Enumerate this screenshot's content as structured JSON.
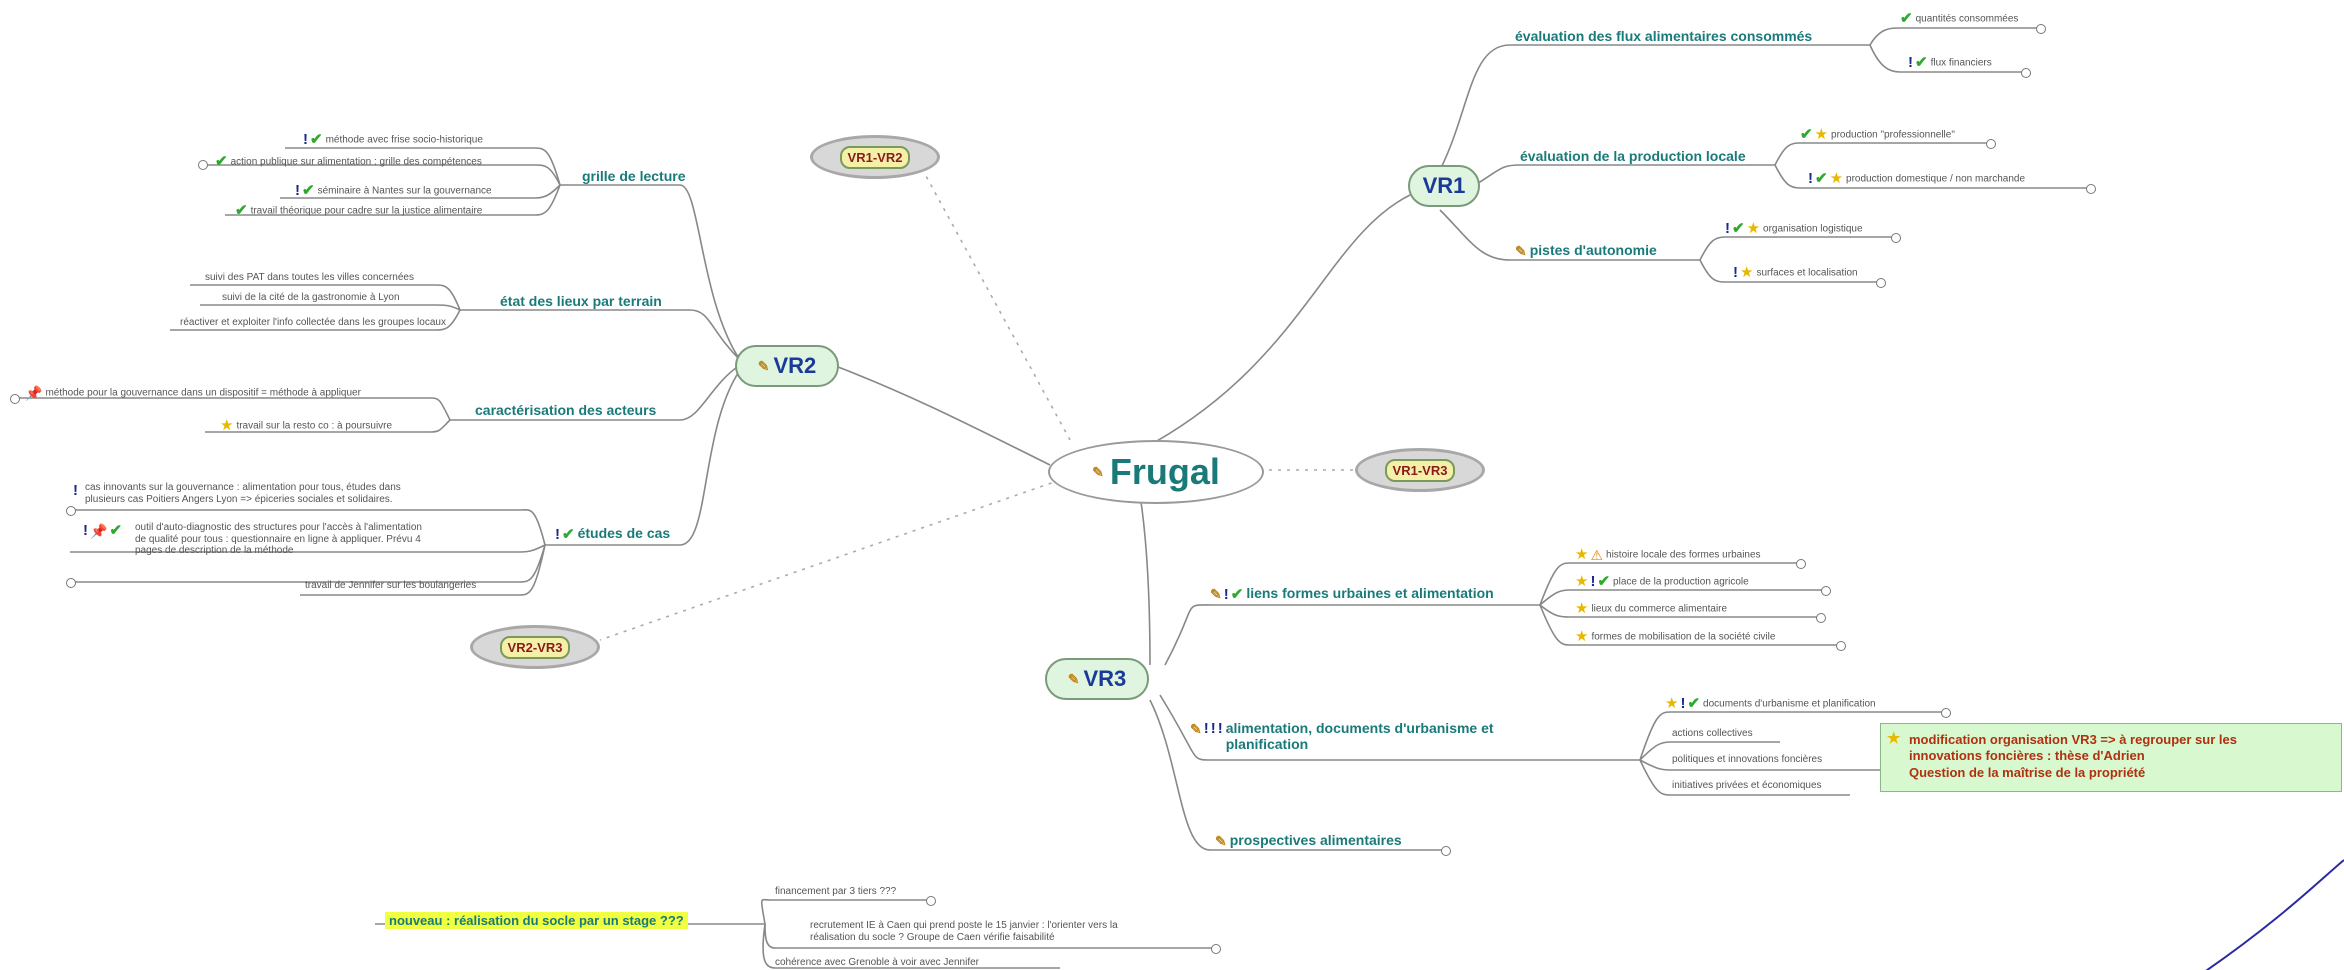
{
  "center": {
    "label": "Frugal"
  },
  "vr_nodes": {
    "vr1": "VR1",
    "vr2": "VR2",
    "vr3": "VR3"
  },
  "cross_nodes": {
    "vr1_vr2": "VR1-VR2",
    "vr1_vr3": "VR1-VR3",
    "vr2_vr3": "VR2-VR3"
  },
  "vr1": {
    "branch1": {
      "label": "évaluation des flux alimentaires consommés",
      "children": [
        "quantités consommées",
        "flux financiers"
      ]
    },
    "branch2": {
      "label": "évaluation de la production locale",
      "children": [
        "production \"professionnelle\"",
        "production domestique / non marchande"
      ]
    },
    "branch3": {
      "label": "pistes d'autonomie",
      "children": [
        "organisation logistique",
        "surfaces et localisation"
      ]
    }
  },
  "vr2": {
    "branch1": {
      "label": "grille de lecture",
      "children": [
        "méthode avec frise socio-historique",
        "action publique sur alimentation : grille des compétences",
        "séminaire à Nantes sur la gouvernance",
        "travail théorique pour cadre sur la justice alimentaire"
      ]
    },
    "branch2": {
      "label": "état des lieux par terrain",
      "children": [
        "suivi des PAT dans toutes les villes concernées",
        "suivi de la cité de la gastronomie à Lyon",
        "réactiver et exploiter l'info collectée dans les groupes locaux"
      ]
    },
    "branch3": {
      "label": "caractérisation des acteurs",
      "children": [
        "méthode pour la gouvernance dans un dispositif = méthode à appliquer",
        "travail sur la resto co  : à poursuivre"
      ]
    },
    "branch4": {
      "label": "études de cas",
      "children": [
        [
          "cas innovants sur la gouvernance : alimentation pour tous, études dans",
          "plusieurs cas Poitiers Angers Lyon => épiceries sociales et solidaires."
        ],
        [
          "outil d'auto-diagnostic des structures pour l'accès à l'alimentation",
          "de qualité pour tous : questionnaire en ligne à appliquer. Prévu 4",
          "pages de description de la méthode"
        ],
        [
          "travail de Jennifer sur les boulangeries"
        ]
      ]
    }
  },
  "vr3": {
    "branch1": {
      "label": "liens formes urbaines et alimentation",
      "children": [
        "histoire locale des formes urbaines",
        "place de la production agricole",
        "lieux du commerce alimentaire",
        "formes de mobilisation de la société civile"
      ]
    },
    "branch2": {
      "label_lines": [
        "alimentation, documents d'urbanisme et",
        "planification"
      ],
      "children": [
        "documents d'urbanisme et planification",
        "actions collectives",
        "politiques et innovations foncières",
        "initiatives privées et économiques"
      ]
    },
    "branch3": {
      "label": "prospectives alimentaires"
    }
  },
  "note": {
    "lines": [
      "modification organisation VR3 => à regrouper sur les",
      "innovations foncières : thèse d'Adrien",
      "Question de la maîtrise de la propriété"
    ]
  },
  "floating": {
    "label": "nouveau : réalisation du socle par un stage ???",
    "children": [
      [
        "financement par 3 tiers ???"
      ],
      [
        "recrutement IE à Caen qui prend poste le 15 janvier : l'orienter vers la",
        "réalisation du socle ? Groupe de Caen vérifie faisabilité"
      ],
      [
        "cohérence avec Grenoble à voir avec Jennifer"
      ]
    ]
  },
  "colors": {
    "branch_text": "#1a7a7a",
    "vr_text": "#1a3a9a",
    "line": "#888888",
    "check": "#2eaa2e",
    "star": "#e8b800",
    "note_bg": "#d8f8d0",
    "note_text": "#b03010",
    "highlight": "#f0ff40"
  },
  "icons": [
    "check-icon",
    "exclamation-icon",
    "star-icon",
    "warning-icon",
    "pencil-icon",
    "pin-icon"
  ]
}
